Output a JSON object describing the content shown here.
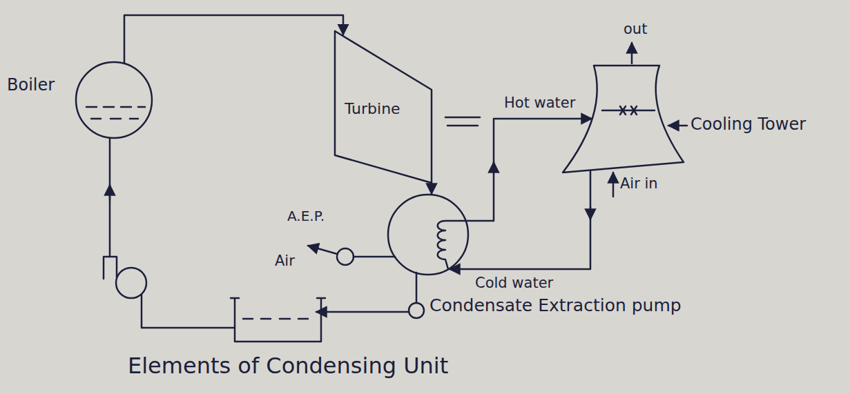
{
  "diagram": {
    "caption": "Elements of Condensing Unit",
    "nodes": [
      {
        "text": [
          "Boiler"
        ]
      },
      {
        "text": [
          "Turbine"
        ]
      },
      {
        "text": [
          "Cooling Tower"
        ]
      },
      {
        "text": [
          "A.E.P."
        ]
      },
      {
        "text": [
          "Condensate Extraction pump"
        ]
      }
    ],
    "edges": [
      {
        "from": 0,
        "to": 1,
        "arrow": "to"
      }
    ],
    "labels": [
      "out",
      "Hot water",
      "Air in",
      "Air",
      "Cold water"
    ]
  }
}
